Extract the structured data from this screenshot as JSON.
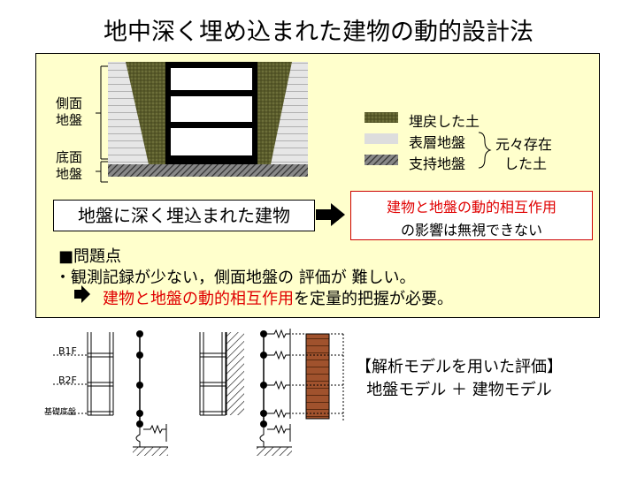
{
  "title": "地中深く埋め込まれた建物の動的設計法",
  "labels": {
    "side_ground": [
      "側面",
      "地盤"
    ],
    "base_ground": [
      "底面",
      "地盤"
    ]
  },
  "legend": {
    "items": [
      {
        "label": "埋戻した土",
        "color": "#595b2a"
      },
      {
        "label": "表層地盤",
        "color": "#d9d9d9"
      },
      {
        "label": "支持地盤",
        "color": "#555555"
      }
    ],
    "brace_label": [
      "元々存在",
      "した土"
    ]
  },
  "deep_building": "地盤に深く埋込まれた建物",
  "conclusion": {
    "line1": "建物と地盤の動的相互作用",
    "line2": "の影響は無視できない"
  },
  "problems": {
    "heading": "■問題点",
    "item1": "・観測記録が少ない，側面地盤の 評価が 難しい。",
    "item2_highlight": "建物と地盤の動的相互作用",
    "item2_rest": "を定量的把握が必要。"
  },
  "model_labels": {
    "b1f": "B1F",
    "b2f": "B2F",
    "foundation": "基礎底盤"
  },
  "analysis": {
    "line1": "【解析モデルを用いた評価】",
    "line2": "地盤モデル ＋ 建物モデル"
  },
  "colors": {
    "panel_bg": "#ffffcc",
    "backfill": "#595b2a",
    "surface": "#d9d9d9",
    "support": "#555555",
    "accent_red": "#e00000",
    "soil_column": "#a0522d"
  }
}
